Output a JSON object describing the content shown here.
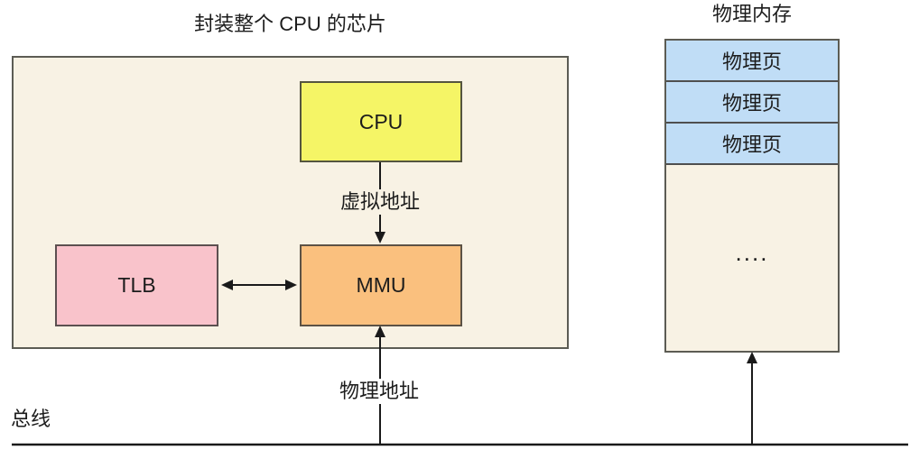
{
  "chip": {
    "title": "封装整个 CPU 的芯片",
    "cpu_label": "CPU",
    "tlb_label": "TLB",
    "mmu_label": "MMU"
  },
  "arrows": {
    "virtual_address_label": "虚拟地址",
    "physical_address_label": "物理地址"
  },
  "bus": {
    "label": "总线"
  },
  "memory": {
    "title": "物理内存",
    "pages": [
      "物理页",
      "物理页",
      "物理页"
    ],
    "ellipsis_label": "...."
  },
  "colors": {
    "chip_fill": "#f8f2e4",
    "cpu_fill": "#f5f566",
    "tlb_fill": "#f9c3cb",
    "mmu_fill": "#fac07e",
    "page_fill": "#c0ddf6",
    "box_border": "#5c5c54",
    "line": "#1a1a1a"
  }
}
